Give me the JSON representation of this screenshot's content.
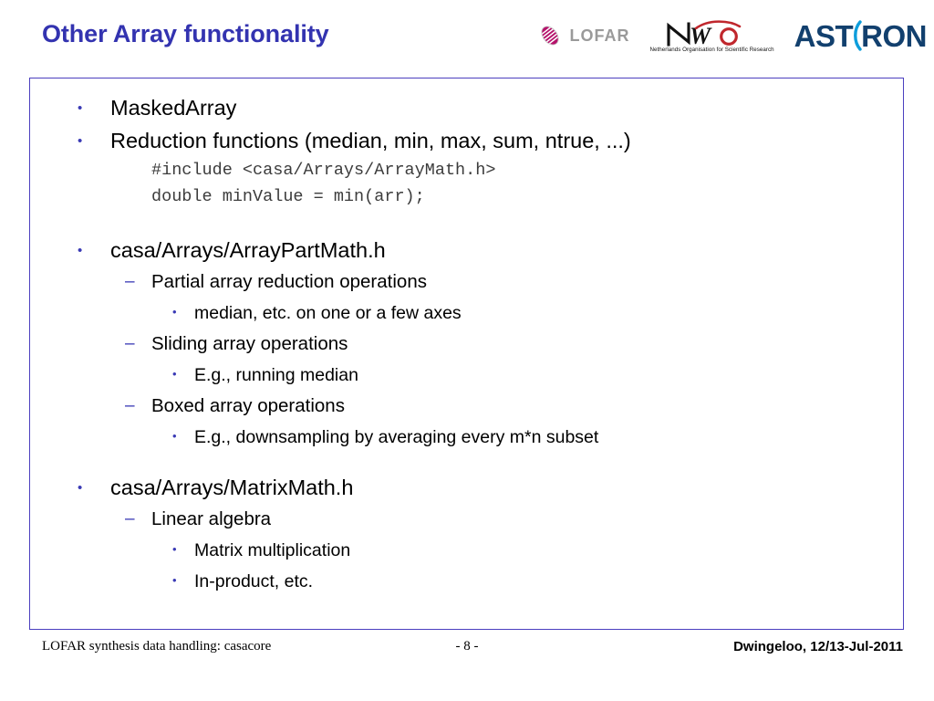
{
  "slide": {
    "title": "Other Array functionality",
    "title_color": "#3333b0",
    "border_color": "#4b3fbf",
    "bullet_color": "#3a3ab5"
  },
  "logos": {
    "lofar": {
      "name": "lofar-logo",
      "text": "LOFAR",
      "mark_color": "#b5126b",
      "text_color": "#9a9a9a"
    },
    "nwo": {
      "name": "nwo-logo",
      "letters_n": "N",
      "letters_w": "W",
      "letters_o": "O",
      "tagline": "Netherlands Organisation for Scientific Research",
      "accent_color": "#c0272d"
    },
    "astron": {
      "name": "astron-logo",
      "part1": "AST",
      "part2": "RON",
      "color": "#12406e",
      "arc_color": "#0d9ddb"
    }
  },
  "content": {
    "blocks": [
      {
        "level": 1,
        "marker": "•",
        "text": "MaskedArray"
      },
      {
        "level": 1,
        "marker": "•",
        "text": "Reduction functions (median, min, max, sum, ntrue, ...)"
      },
      {
        "level": "code",
        "text": "#include <casa/Arrays/ArrayMath.h>"
      },
      {
        "level": "code",
        "text": "double minValue = min(arr);"
      },
      {
        "level": "gap-lg",
        "text": ""
      },
      {
        "level": 1,
        "marker": "•",
        "text": "casa/Arrays/ArrayPartMath.h"
      },
      {
        "level": 2,
        "marker": "–",
        "text": "Partial array reduction operations"
      },
      {
        "level": 3,
        "marker": "•",
        "text": "median, etc. on one or a few axes"
      },
      {
        "level": 2,
        "marker": "–",
        "text": "Sliding array operations"
      },
      {
        "level": 3,
        "marker": "•",
        "text": "E.g., running median"
      },
      {
        "level": 2,
        "marker": "–",
        "text": "Boxed array operations"
      },
      {
        "level": 3,
        "marker": "•",
        "text": "E.g., downsampling by averaging every m*n subset"
      },
      {
        "level": "gap-md",
        "text": ""
      },
      {
        "level": 1,
        "marker": "•",
        "text": "casa/Arrays/MatrixMath.h"
      },
      {
        "level": 2,
        "marker": "–",
        "text": "Linear algebra"
      },
      {
        "level": 3,
        "marker": "•",
        "text": "Matrix multiplication"
      },
      {
        "level": 3,
        "marker": "•",
        "text": "In-product, etc."
      }
    ]
  },
  "footer": {
    "left": "LOFAR synthesis data handling: casacore",
    "center": "- 8 -",
    "right": "Dwingeloo, 12/13-Jul-2011"
  }
}
